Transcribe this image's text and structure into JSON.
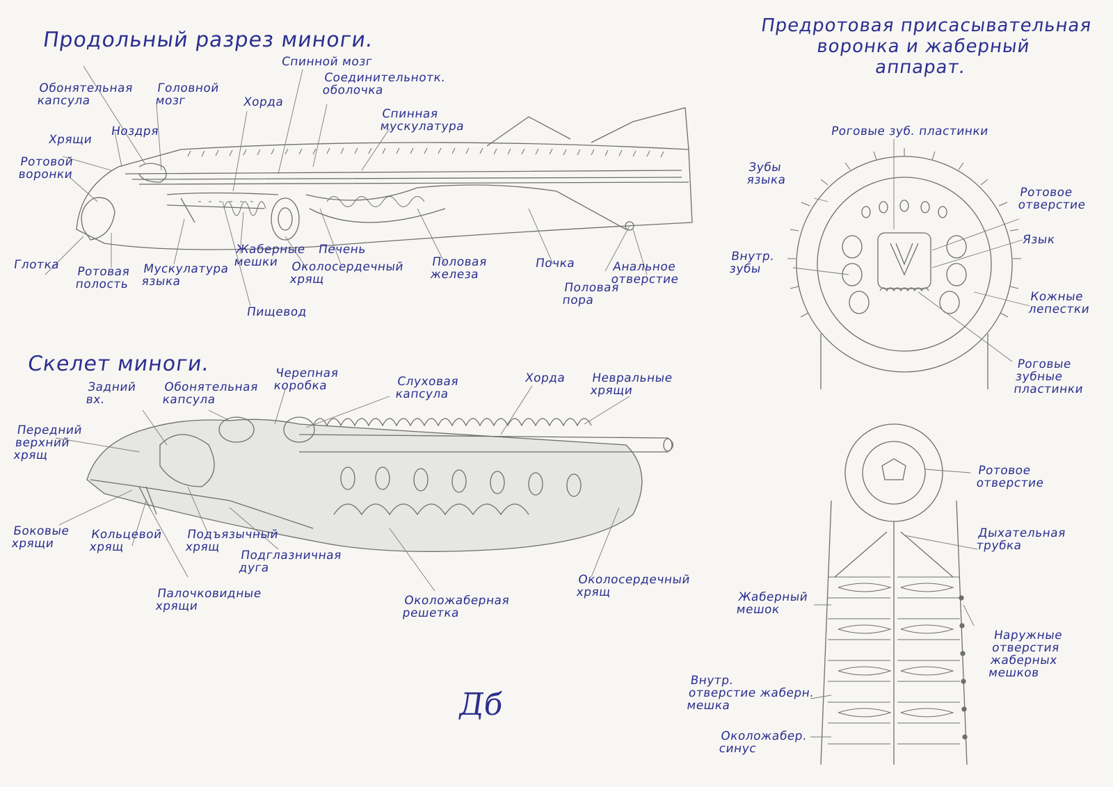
{
  "titles": {
    "section1": "Продольный разрез миноги.",
    "section2": "Скелет миноги.",
    "section3": "Предротовая присасывательная\nворонка и жаберный\nаппарат."
  },
  "labels1": {
    "obon_kaps": "Обонятельная\nкапсула",
    "gol_mozg": "Головной\nмозг",
    "spin_mozg": "Спинной мозг",
    "soed_obol": "Соединительнотк.\nоболочка",
    "horda": "Хорда",
    "spin_musk": "Спинная\nмускулатура",
    "hrschi": "Хрящи",
    "nozdrya": "Ноздря",
    "rot_voronka": "Ротовой\nворонки",
    "glotka": "Глотка",
    "rot_polost": "Ротовая\nполость",
    "musk_yazyka": "Мускулатура\nязыка",
    "zhab_mesh": "Жаберные\nмешки",
    "pechen": "Печень",
    "okolo_hr": "Околосердечный\nхрящ",
    "pishevod": "Пищевод",
    "polov_zhel": "Половая\nжелеза",
    "pochka": "Почка",
    "anal": "Анальное\nотверстие",
    "polov_pora": "Половая\nпора"
  },
  "labels2": {
    "zadniy": "Задний\nвх.",
    "obon_kaps2": "Обонятельная\nкапсула",
    "cherep": "Черепная\nкоробка",
    "sluh": "Слуховая\nкапсула",
    "horda2": "Хорда",
    "nevr": "Невральные\nхрящи",
    "peredniy": "Передний\nверхний\nхрящ",
    "bokovye": "Боковые\nхрящи",
    "kolcevoy": "Кольцевой\nхрящ",
    "podyaz": "Подъязычный\nхрящ",
    "podgl": "Подглазничная\nдуга",
    "palochk": "Палочковидные\nхрящи",
    "okolozhab": "Околожаберная\nрешетка",
    "okoloserd2": "Околосердечный\nхрящ"
  },
  "labels3": {
    "rog_zub": "Роговые зуб. пластинки",
    "zuby_yaz": "Зубы\nязыка",
    "rot_otv": "Ротовое\nотверстие",
    "yazyk": "Язык",
    "vnutr_zuby": "Внутр.\nзубы",
    "kozhn": "Кожные\nлепестки",
    "rog_zub2": "Роговые\nзубные\nпластинки",
    "rot_otv2": "Ротовое\nотверстие",
    "dyh": "Дыхательная\nтрубка",
    "zhab_meshok": "Жаберный\nмешок",
    "naruzh": "Наружные\nотверстия\nжаберных\nмешков",
    "vnutr_otv": "Внутр.\nотверстие жаберн.\nмешка",
    "okolozhab_sinus": "Околожабер.\nсинус"
  },
  "signature": "Дб",
  "colors": {
    "ink": "#2b2f8f",
    "pencil": "#6e6e6e",
    "paper": "#f7f6f3"
  }
}
